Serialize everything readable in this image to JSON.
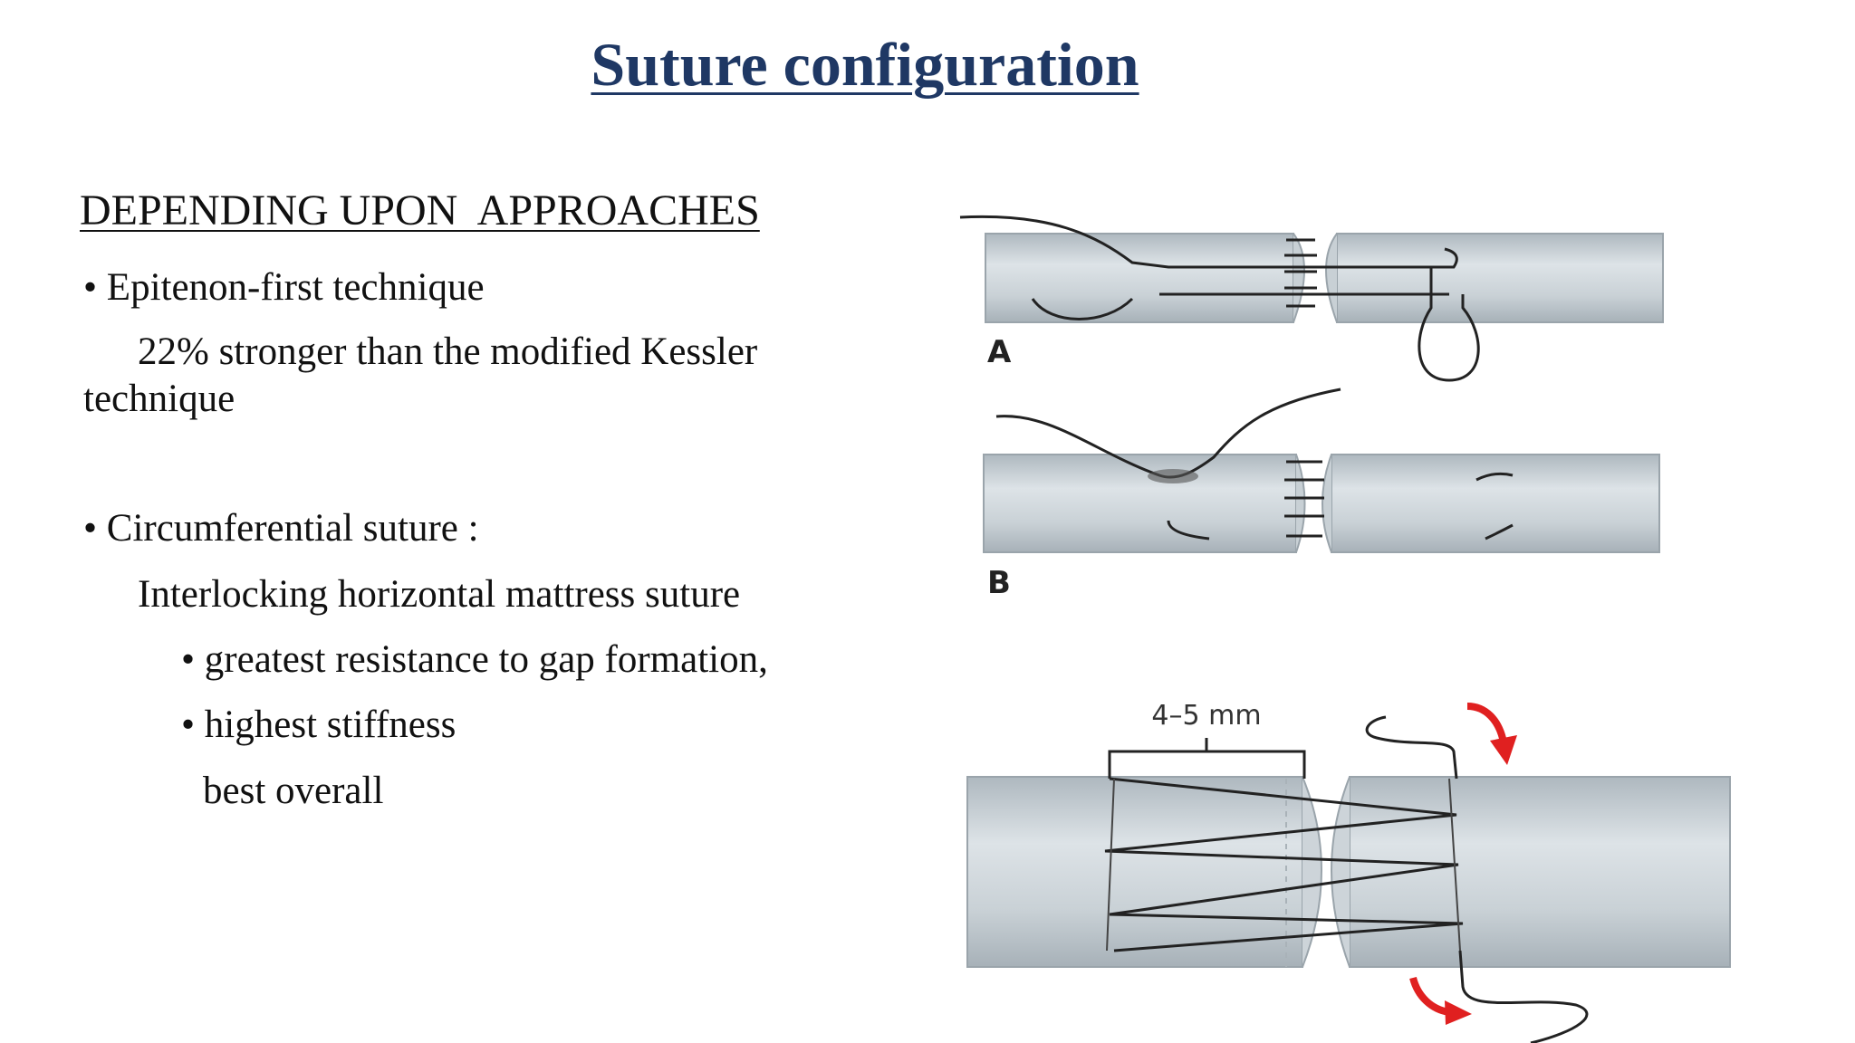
{
  "slide": {
    "title": "Suture configuration",
    "heading": "DEPENDING UPON  APPROACHES",
    "epitenon": {
      "bullet": "• Epitenon-first technique",
      "detail_1": "22% stronger than the modified Kessler",
      "detail_2": "technique"
    },
    "circumferential": {
      "bullet": "• Circumferential suture :",
      "subtitle": "Interlocking horizontal mattress suture",
      "points": [
        "• greatest resistance to gap formation,",
        "• highest stiffness"
      ],
      "summary": "best overall"
    }
  },
  "figure": {
    "label_a": "A",
    "label_b": "B",
    "measurement": "4–5 mm",
    "colors": {
      "tendon": "#cfd6db",
      "suture": "#222222",
      "arrow": "#e02020"
    }
  }
}
